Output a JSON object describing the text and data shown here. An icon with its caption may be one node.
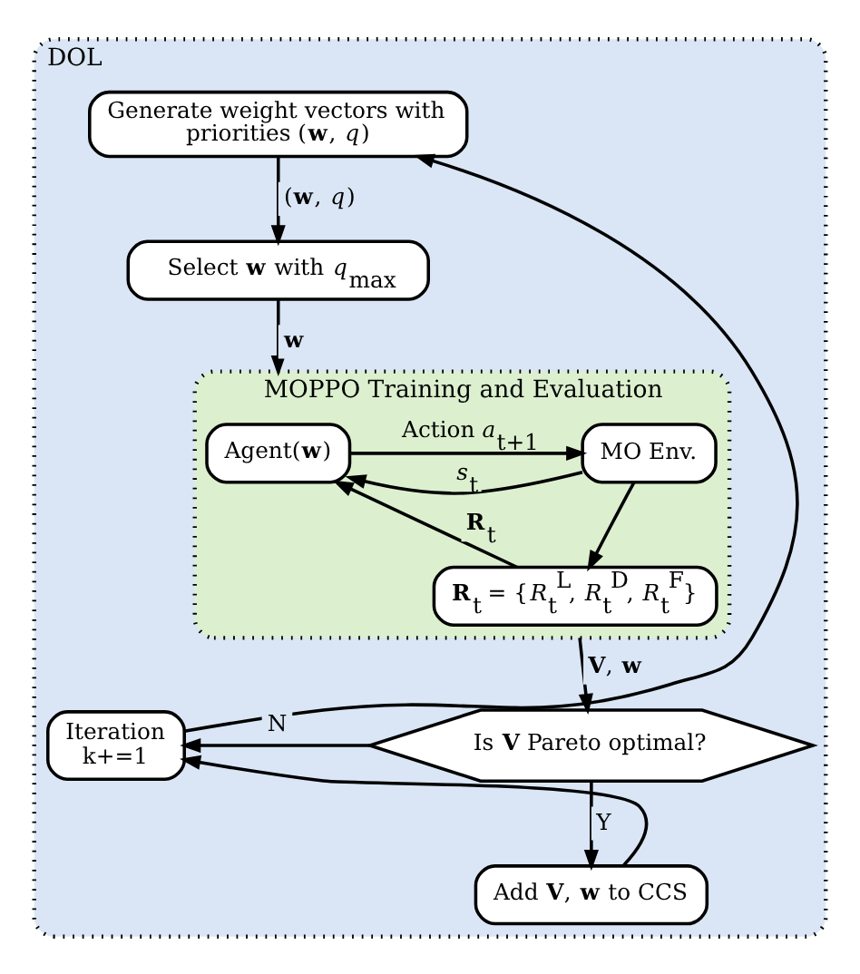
{
  "diagram": {
    "nodes": [
      {
        "text": [
          "DOL"
        ]
      },
      {
        "text": [
          "Generate weight vectors with priorities (**w**, *q*)"
        ],
        "in": 0
      },
      {
        "text": [
          "Select **w** with *q*$_{max}$"
        ],
        "in": 0
      },
      {
        "text": [
          "MOPPO Training and Evaluation"
        ],
        "in": 0
      },
      {
        "text": [
          "Agent(**w**)"
        ],
        "in": 3
      },
      {
        "text": [
          "MO Env."
        ],
        "in": 3
      },
      {
        "text": [
          "**R**$_{t}$ = {*R*$_{t}$$^{L}$, *R*$_{t}$$^{D}$, *R*$_{t}$$^{F}$}"
        ],
        "in": 3
      },
      {
        "text": [
          "Is **V** Pareto optimal?"
        ],
        "in": 0
      },
      {
        "text": [
          "Iteration k+=1"
        ],
        "in": 0
      },
      {
        "text": [
          "Add **V**, **w** to CCS"
        ],
        "in": 0
      }
    ],
    "edges": [
      {
        "from": 1,
        "to": 2,
        "arrow": "to",
        "label": "(**w**, *q*)"
      },
      {
        "from": 2,
        "to": 3,
        "arrow": "to",
        "label": "**w**"
      },
      {
        "from": 4,
        "to": 5,
        "arrow": "to",
        "label": "Action *a*$_{t+1}$"
      },
      {
        "from": 5,
        "to": 6,
        "arrow": "to"
      },
      {
        "from": 6,
        "to": 4,
        "arrow": "to",
        "label": "**R**$_{t}$"
      },
      {
        "from": 5,
        "to": 4,
        "arrow": "to",
        "label": "*s*$_{t}$"
      },
      {
        "from": 3,
        "to": 7,
        "arrow": "to",
        "label": "**V**, **w**"
      },
      {
        "from": 7,
        "to": 8,
        "arrow": "to",
        "label": "N"
      },
      {
        "from": 7,
        "to": 9,
        "arrow": "to",
        "label": "Y"
      },
      {
        "from": 9,
        "to": 8,
        "arrow": "to"
      },
      {
        "from": 8,
        "to": 1,
        "arrow": "to"
      }
    ]
  }
}
